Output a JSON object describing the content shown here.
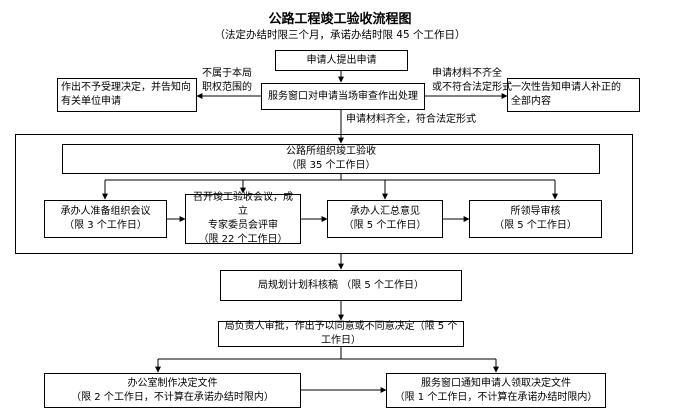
{
  "title": "公路工程竣工验收流程图",
  "subtitle": "（法定办结时限三个月，承诺办结时限 45 个工作日）",
  "boxes": {
    "apply": "申请人提出申请",
    "not_accept_l1": "作出不予受理决定，并告知向",
    "not_accept_l2": "有关单位申请",
    "window_review": "服务窗口对申请当场审查作出处理",
    "notify_l1": "一次性告知申请人补正的",
    "notify_l2": "全部内容",
    "organize_l1": "公路所组织竣工验收",
    "organize_l2": "（限 35 个工作日）",
    "prep_meeting_l1": "承办人准备组织会议",
    "prep_meeting_l2": "（限 3 个工作日）",
    "review_meeting_l1": "召开竣工验收会议，成立",
    "review_meeting_l2": "专家委员会评审",
    "review_meeting_l3": "（限 22 个工作日）",
    "summary_l1": "承办人汇总意见",
    "summary_l2": "（限 5 个工作日）",
    "leader_l1": "所领导审核",
    "leader_l2": "（限 5 个工作日）",
    "plan_review": "局规划计划科核稿 （限 5 个工作日）",
    "approval": "局负责人审批，作出予以同意或不同意决定（限 5 个工作日）",
    "office_l1": "办公室制作决定文件",
    "office_l2": "（限 2 个工作日，不计算在承诺办结时限内）",
    "window_notify_l1": "服务窗口通知申请人领取决定文件",
    "window_notify_l2": "（限 1 个工作日，不计算在承诺办结时限内）"
  },
  "labels": {
    "not_in_scope_l1": "不属于本局",
    "not_in_scope_l2": "职权范围的",
    "incomplete_l1": "申请材料不齐全",
    "incomplete_l2": "或不符合法定形式",
    "complete": "申请材料齐全，符合法定形式"
  }
}
